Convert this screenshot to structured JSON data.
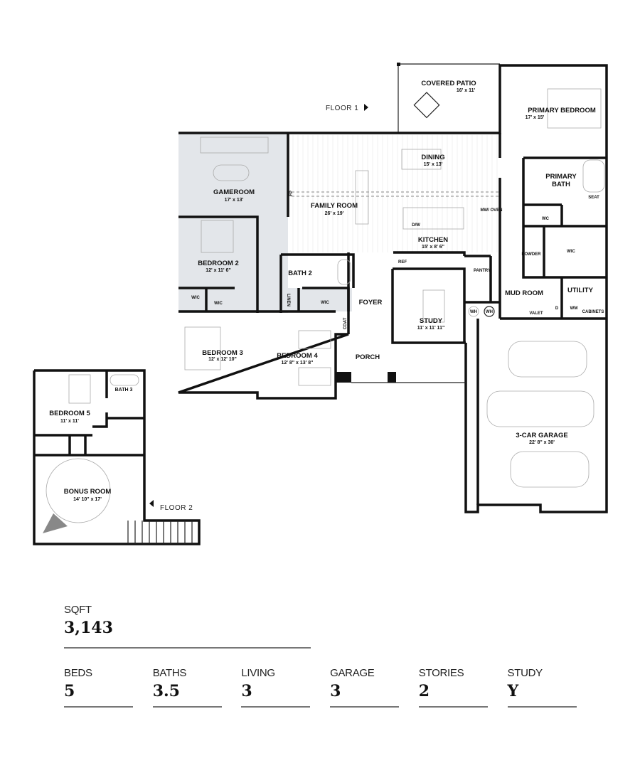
{
  "floor_labels": {
    "floor1": "FLOOR 1",
    "floor2": "FLOOR 2"
  },
  "rooms": {
    "covered_patio": {
      "name": "COVERED PATIO",
      "dim": "16' x 11'"
    },
    "primary_bedroom": {
      "name": "PRIMARY BEDROOM",
      "dim": "17' x 15'"
    },
    "dining": {
      "name": "DINING",
      "dim": "15' x 13'"
    },
    "gameroom": {
      "name": "GAMEROOM",
      "dim": "17' x 13'"
    },
    "family_room": {
      "name": "FAMILY ROOM",
      "dim": "26' x 19'"
    },
    "kitchen": {
      "name": "KITCHEN",
      "dim": "15' x 8' 6\""
    },
    "primary_bath": {
      "name1": "PRIMARY",
      "name2": "BATH"
    },
    "bedroom2": {
      "name": "BEDROOM 2",
      "dim": "12' x 11' 6\""
    },
    "bath2": {
      "name": "BATH 2"
    },
    "foyer": {
      "name": "FOYER"
    },
    "study": {
      "name": "STUDY",
      "dim": "11' x 11' 11\""
    },
    "mud_room": {
      "name": "MUD ROOM"
    },
    "utility": {
      "name": "UTILITY"
    },
    "bedroom3": {
      "name": "BEDROOM 3",
      "dim": "12' x 12' 10\""
    },
    "bedroom4": {
      "name": "BEDROOM 4",
      "dim": "12' 8\" x 13' 8\""
    },
    "porch": {
      "name": "PORCH"
    },
    "garage": {
      "name": "3-CAR GARAGE",
      "dim": "22' 8\" x 30'"
    },
    "bedroom5": {
      "name": "BEDROOM 5",
      "dim": "11' x 11'"
    },
    "bath3": {
      "name": "BATH 3"
    },
    "bonus_room": {
      "name": "BONUS ROOM",
      "dim": "14' 10\" x 17'"
    }
  },
  "fixtures": {
    "fp": "FP",
    "mw_oven": "MW/ OVEN",
    "dw": "D/W",
    "ref": "REF",
    "pantry": "PANTRY",
    "wc": "WC",
    "seat": "SEAT",
    "powder": "POWDER",
    "wic": "WIC",
    "linen": "LINEN",
    "coat": "COAT",
    "wh": "WH",
    "valet": "VALET",
    "d": "D",
    "wm": "WM",
    "cabinets": "CABINETS"
  },
  "highlight_color": "#e3e6ea",
  "stats": {
    "sqft": {
      "label": "SQFT",
      "value": "3,143"
    },
    "items": [
      {
        "label": "BEDS",
        "value": "5"
      },
      {
        "label": "BATHS",
        "value": "3.5"
      },
      {
        "label": "LIVING",
        "value": "3"
      },
      {
        "label": "GARAGE",
        "value": "3"
      },
      {
        "label": "STORIES",
        "value": "2"
      },
      {
        "label": "STUDY",
        "value": "Y"
      }
    ]
  }
}
